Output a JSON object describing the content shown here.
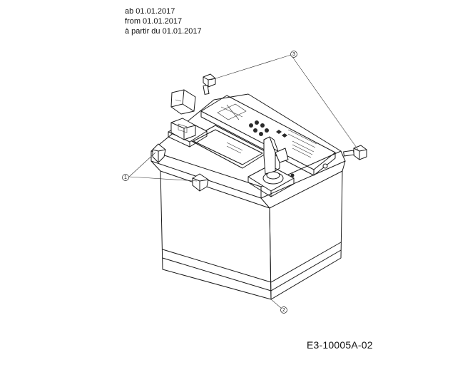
{
  "header": {
    "line_de": "ab 01.01.2017",
    "line_en": "from 01.01.2017",
    "line_fr": "à partir du 01.01.2017"
  },
  "doc_id": "E3-10005A-02",
  "callouts": [
    {
      "id": "1",
      "label": "1",
      "part": "battery-bracket"
    },
    {
      "id": "2",
      "label": "2",
      "part": "battery"
    },
    {
      "id": "3",
      "label": "3",
      "part": "terminal-bolt"
    }
  ],
  "colors": {
    "line": "#1a1a1a",
    "background": "#ffffff"
  }
}
